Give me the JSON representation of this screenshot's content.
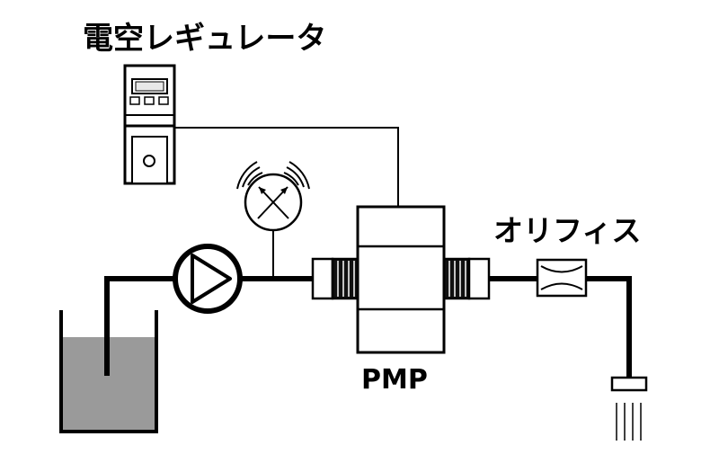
{
  "labels": {
    "regulator": "電空レギュレータ",
    "orifice": "オリフィス",
    "pmp": "PMP"
  },
  "colors": {
    "line": "#000000",
    "liquid": "#9a9a9a",
    "fill": "#ffffff"
  }
}
